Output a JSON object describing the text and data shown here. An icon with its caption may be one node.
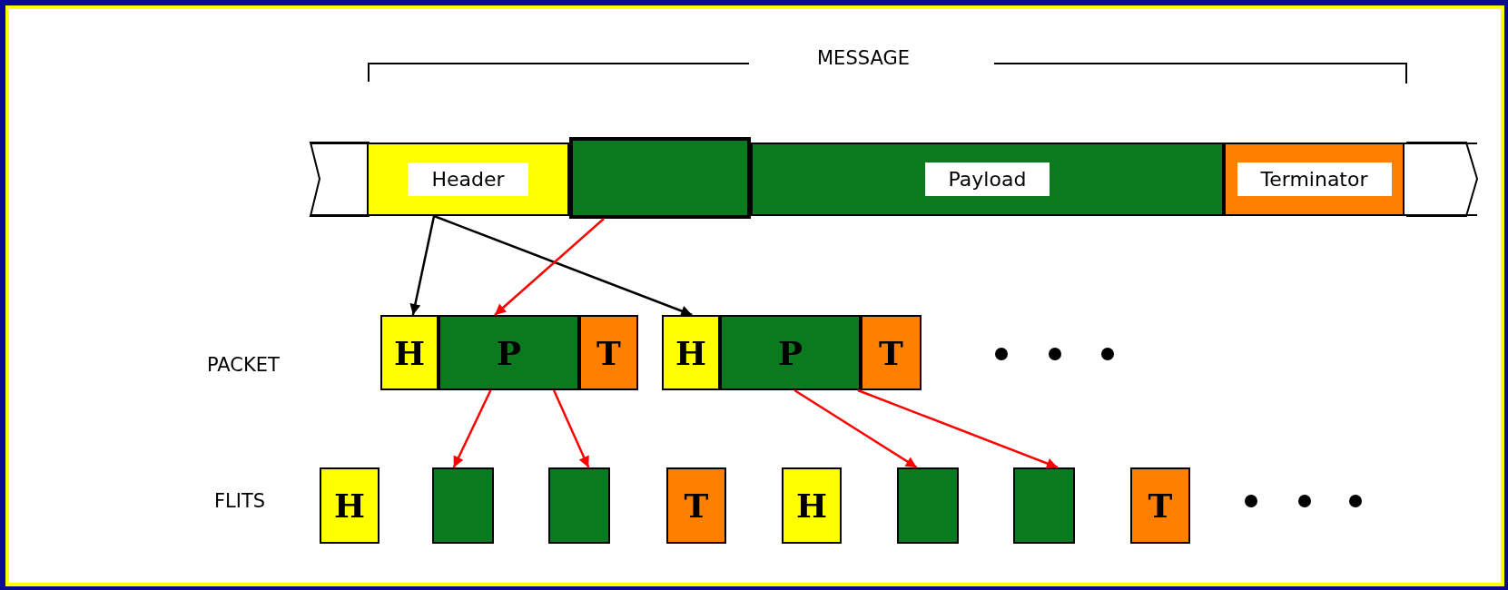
{
  "diagram": {
    "nodes": [
      {
        "text": [],
        "shape": "bar"
      },
      {
        "text": [
          "Header"
        ],
        "in": 0
      },
      {
        "text": [],
        "shape": "box",
        "in": 0
      },
      {
        "text": [
          "Payload"
        ],
        "in": 0
      },
      {
        "text": [
          "Terminator"
        ],
        "in": 0
      },
      {
        "text": [],
        "shape": "bar"
      },
      {
        "text": [
          "H"
        ],
        "in": 5
      },
      {
        "text": [
          "P"
        ],
        "in": 5
      },
      {
        "text": [
          "T"
        ],
        "in": 5
      },
      {
        "text": [],
        "shape": "bar"
      },
      {
        "text": [
          "H"
        ],
        "in": 9
      },
      {
        "text": [
          "P"
        ],
        "in": 9
      },
      {
        "text": [
          "T"
        ],
        "in": 9
      },
      {
        "text": [
          "H"
        ]
      },
      {
        "text": [],
        "shape": "box"
      },
      {
        "text": [],
        "shape": "box"
      },
      {
        "text": [
          "T"
        ]
      },
      {
        "text": [
          "H"
        ]
      },
      {
        "text": [],
        "shape": "box"
      },
      {
        "text": [],
        "shape": "box"
      },
      {
        "text": [
          "T"
        ]
      }
    ],
    "edges": [
      {
        "from": 1,
        "to": 6,
        "arrow": "to",
        "color": "#000000"
      },
      {
        "from": 1,
        "to": 10,
        "arrow": "to",
        "color": "#000000"
      },
      {
        "from": 2,
        "to": 7,
        "arrow": "to"
      },
      {
        "from": 7,
        "to": 14,
        "arrow": "to"
      },
      {
        "from": 7,
        "to": 15,
        "arrow": "to"
      },
      {
        "from": 11,
        "to": 18,
        "arrow": "to"
      },
      {
        "from": 11,
        "to": 19,
        "arrow": "to"
      }
    ],
    "labels": [
      "MESSAGE",
      "PACKET",
      "FLITS"
    ]
  }
}
